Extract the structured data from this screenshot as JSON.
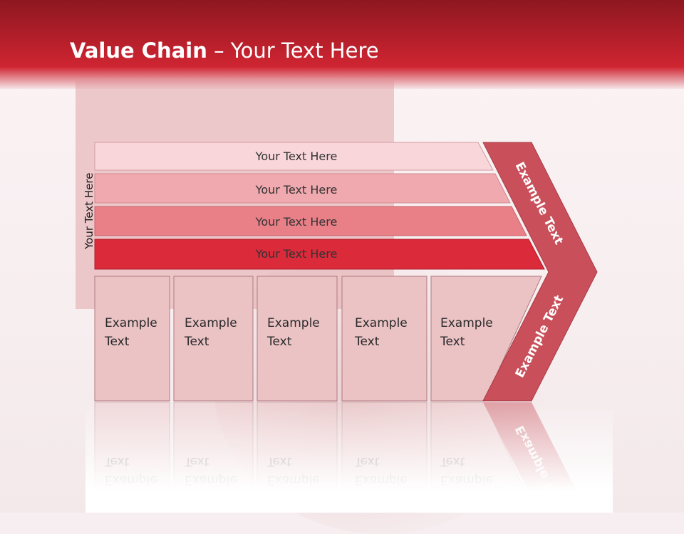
{
  "title": {
    "bold": "Value Chain",
    "rest": " – Your Text Here"
  },
  "side_label": "Your Text Here",
  "bars": [
    {
      "label": "Your Text Here",
      "color": "#f8d6da",
      "text_color": "#333333"
    },
    {
      "label": "Your Text Here",
      "color": "#f0a9ae",
      "text_color": "#333333"
    },
    {
      "label": "Your Text Here",
      "color": "#e98088",
      "text_color": "#333333"
    },
    {
      "label": "Your Text Here",
      "color": "#db2a3a",
      "text_color": "#333333"
    }
  ],
  "boxes": [
    {
      "line1": "Example",
      "line2": "Text"
    },
    {
      "line1": "Example",
      "line2": "Text"
    },
    {
      "line1": "Example",
      "line2": "Text"
    },
    {
      "line1": "Example",
      "line2": "Text"
    },
    {
      "line1": "Example",
      "line2": "Text"
    }
  ],
  "chevron": {
    "upper": "Example Text",
    "lower": "Example Text",
    "color": "#c9505a"
  },
  "colors": {
    "header": "#c41f2c",
    "box_fill": "#ebc3c5",
    "box_stroke": "#b07a80"
  }
}
